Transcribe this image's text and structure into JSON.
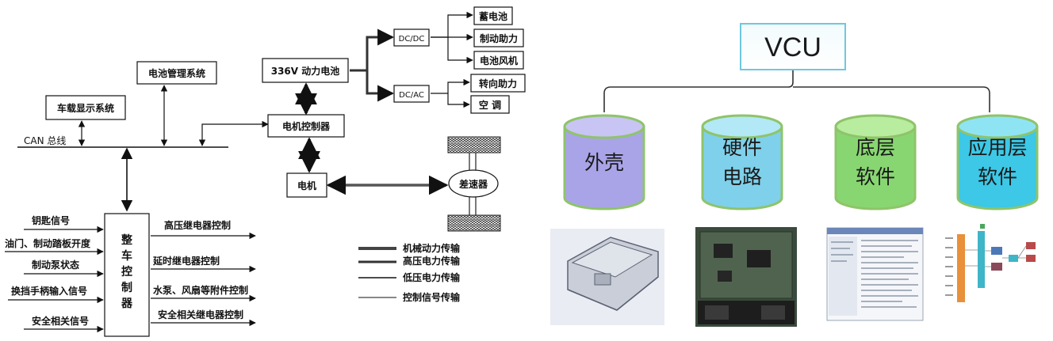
{
  "left_diagram": {
    "display_system": "车载显示系统",
    "bms": "电池管理系统",
    "can_bus": "CAN 总线",
    "power_battery": "336V 动力电池",
    "motor_controller": "电机控制器",
    "motor": "电机",
    "differential": "差速器",
    "dcdc": "DC/DC",
    "dcac": "DC/AC",
    "battery": "蓄电池",
    "brake_assist": "制动助力",
    "battery_fan": "电池风机",
    "steering_assist": "转向助力",
    "aircon": "空 调",
    "vcu_chars": [
      "整",
      "车",
      "控",
      "制",
      "器"
    ],
    "inputs": [
      "钥匙信号",
      "油门、制动踏板开度",
      "制动泵状态",
      "换挡手柄输入信号",
      "安全相关信号"
    ],
    "outputs": [
      "高压继电器控制",
      "延时继电器控制",
      "水泵、风扇等附件控制",
      "安全相关继电器控制"
    ],
    "legend": [
      "机械动力传输",
      "高压电力传输",
      "低压电力传输",
      "控制信号传输"
    ]
  },
  "right_diagram": {
    "root": "VCU",
    "branches": [
      {
        "lines": [
          "外壳"
        ],
        "color": "#a9a4e8",
        "top": "#c8c4f4"
      },
      {
        "lines": [
          "硬件",
          "电路"
        ],
        "color": "#7fd0ea",
        "top": "#b3e8f6"
      },
      {
        "lines": [
          "底层",
          "软件"
        ],
        "color": "#88d672",
        "top": "#b8ec9f"
      },
      {
        "lines": [
          "应用层",
          "软件"
        ],
        "color": "#3cc8e6",
        "top": "#8fe4f4"
      }
    ],
    "images": [
      "housing-image",
      "circuit-board-image",
      "software-screenshot-image",
      "app-layer-diagram-image"
    ]
  }
}
